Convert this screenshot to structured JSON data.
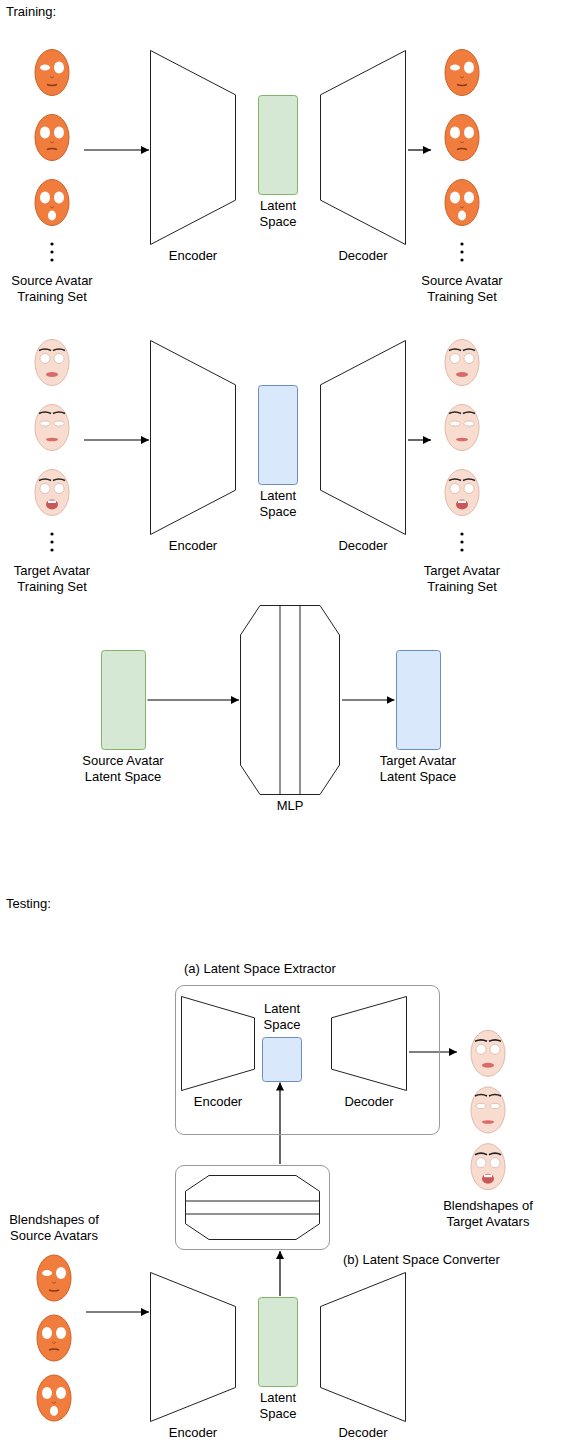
{
  "diagram": {
    "nodes": [
      {
        "text": [
          "Source Avatar Training Set"
        ]
      },
      {
        "text": [
          "Encoder"
        ]
      },
      {
        "text": [
          "Latent Space"
        ]
      },
      {
        "text": [
          "Decoder"
        ]
      },
      {
        "text": [
          "Source Avatar Training Set"
        ]
      },
      {
        "text": [
          "Target Avatar Training Set"
        ]
      },
      {
        "text": [
          "Encoder"
        ]
      },
      {
        "text": [
          "Latent Space"
        ]
      },
      {
        "text": [
          "Decoder"
        ]
      },
      {
        "text": [
          "Target Avatar Training Set"
        ]
      },
      {
        "text": [
          "Source Avatar Latent Space"
        ]
      },
      {
        "text": [
          "MLP"
        ]
      },
      {
        "text": [
          "Target Avatar Latent Space"
        ]
      },
      {
        "text": [
          "(a) Latent Space Extractor"
        ]
      },
      {
        "text": [
          "Encoder"
        ],
        "in": 13
      },
      {
        "text": [
          "Latent Space"
        ],
        "in": 13
      },
      {
        "text": [
          "Decoder"
        ],
        "in": 13
      },
      {
        "text": [
          "Blendshapes of Target Avatars"
        ]
      },
      {
        "text": [
          "(b) Latent Space Converter"
        ]
      },
      {
        "text": [
          "Blendshapes of Source Avatars"
        ]
      },
      {
        "text": [
          "Encoder"
        ]
      },
      {
        "text": [
          "Latent Space"
        ]
      },
      {
        "text": [
          "Decoder"
        ]
      }
    ],
    "edges": [
      {
        "from": 0,
        "to": 1,
        "arrow": "to"
      },
      {
        "from": 3,
        "to": 4,
        "arrow": "to"
      },
      {
        "from": 5,
        "to": 6,
        "arrow": "to"
      },
      {
        "from": 8,
        "to": 9,
        "arrow": "to"
      },
      {
        "from": 10,
        "to": 11,
        "arrow": "to"
      },
      {
        "from": 11,
        "to": 12,
        "arrow": "to"
      },
      {
        "from": 16,
        "to": 17,
        "arrow": "to"
      },
      {
        "from": 18,
        "to": 15,
        "arrow": "to"
      },
      {
        "from": 21,
        "to": 18,
        "arrow": "to"
      },
      {
        "from": 19,
        "to": 20,
        "arrow": "to"
      }
    ],
    "labels": [
      "Training:",
      "Testing:"
    ]
  }
}
